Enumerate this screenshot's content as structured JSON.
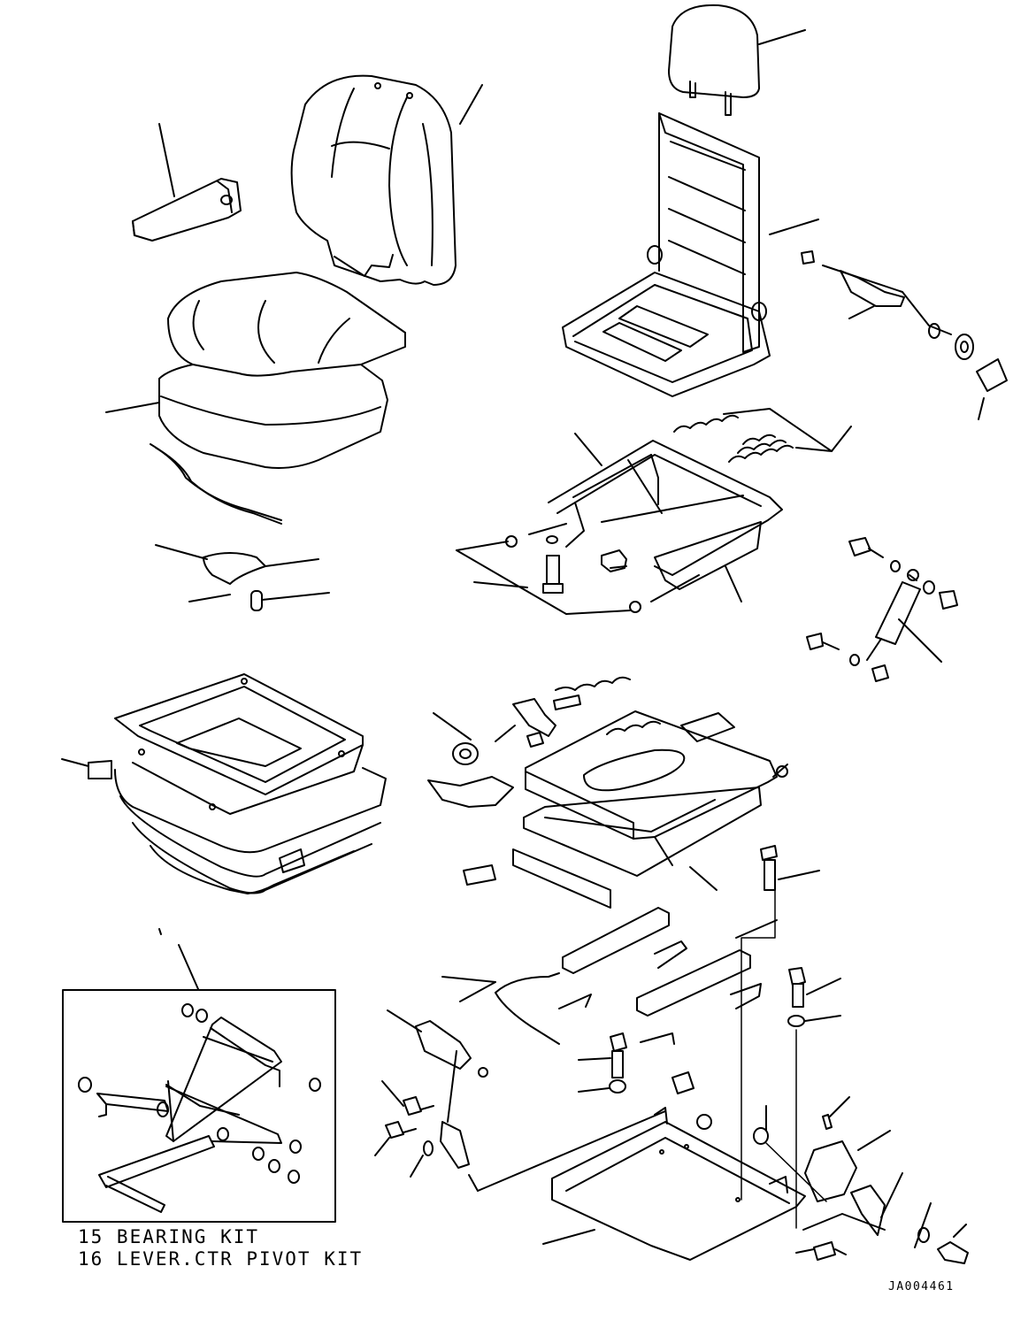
{
  "legend": {
    "item_15": "15 BEARING KIT",
    "item_16": "16 LEVER.CTR PIVOT KIT"
  },
  "drawing_id": "JA004461"
}
